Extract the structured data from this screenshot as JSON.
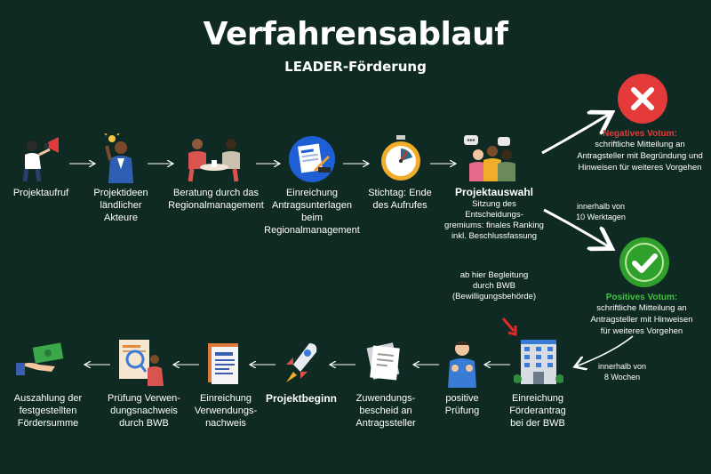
{
  "header": {
    "title": "Verfahrensablauf",
    "subtitle": "LEADER-Förderung"
  },
  "colors": {
    "background": "#0f2a22",
    "negative": "#e53a3a",
    "positive": "#2fa02b",
    "accent_arrow": "#e02a2a"
  },
  "steps_top": [
    {
      "label": "Projektaufruf",
      "icon": "megaphone-person-icon"
    },
    {
      "label": "Projektideen\nländlicher\nAkteure",
      "icon": "idea-person-icon"
    },
    {
      "label": "Beratung durch das\nRegionalmanagement",
      "icon": "consultation-icon"
    },
    {
      "label": "Einreichung\nAntragsunterlagen beim\nRegionalmanagement",
      "icon": "document-sign-icon"
    },
    {
      "label": "Stichtag: Ende\ndes Aufrufes",
      "icon": "stopwatch-icon"
    },
    {
      "label": "Projektauswahl",
      "sub": "Sitzung des Entscheidungs-\ngremiums: finales Ranking\ninkl. Beschlussfassung",
      "icon": "meeting-icon"
    }
  ],
  "negative": {
    "title": "Negatives Votum:",
    "text": "schriftliche Mitteilung an\nAntragsteller mit Begründung und\nHinweisen für weiteres Vorgehen"
  },
  "positive": {
    "title": "Positives Votum:",
    "text": "schriftliche Mitteilung an\nAntragsteller mit Hinweisen\nfür weiteres Vorgehen"
  },
  "notes": {
    "ten_days": "innerhalb von\n10 Werktagen",
    "eight_weeks": "innerhalb von\n8 Wochen",
    "bwb": "ab hier Begleitung\ndurch BWB\n(Bewilligungsbehörde)"
  },
  "steps_bottom": [
    {
      "label": "Einreichung\nFörderantrag\nbei der BWB",
      "icon": "building-icon"
    },
    {
      "label": "positive\nPrüfung",
      "icon": "thumbs-up-person-icon"
    },
    {
      "label": "Zuwendungs-\nbescheid an\nAntragssteller",
      "icon": "papers-icon"
    },
    {
      "label": "Projektbeginn",
      "icon": "rocket-icon"
    },
    {
      "label": "Einreichung\nVerwendungs-\nnachweis",
      "icon": "report-document-icon"
    },
    {
      "label": "Prüfung Verwen-\ndungsnachweis\ndurch BWB",
      "icon": "review-person-icon"
    },
    {
      "label": "Auszahlung der\nfestgestellten\nFördersumme",
      "icon": "money-hand-icon"
    }
  ]
}
